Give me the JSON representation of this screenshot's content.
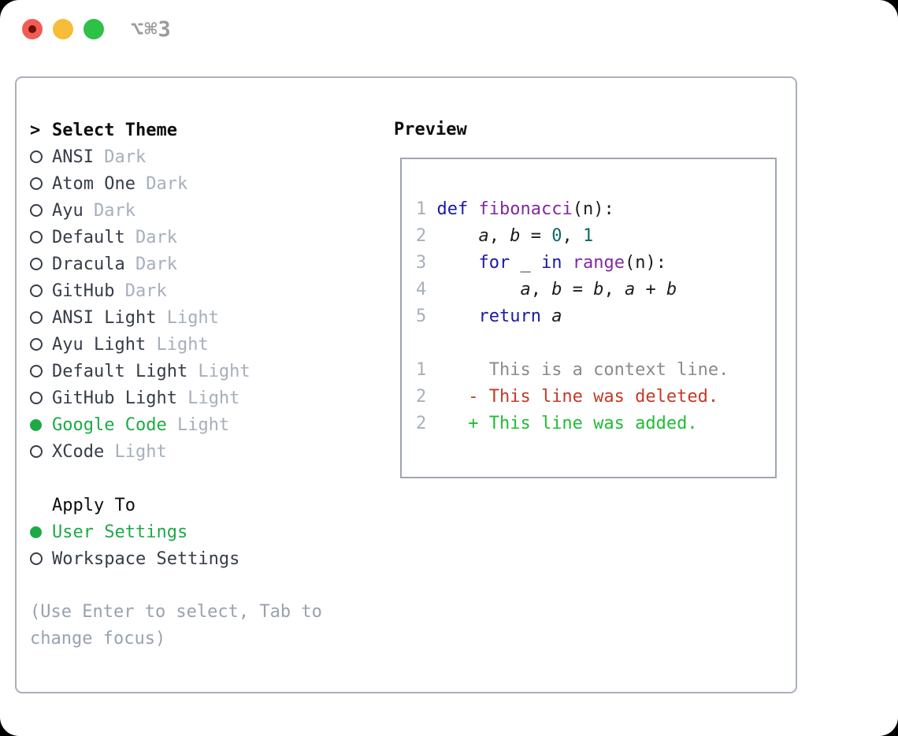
{
  "window": {
    "title_shortcut": "⌥⌘3",
    "traffic_lights": [
      "close",
      "minimize",
      "zoom"
    ]
  },
  "theme_list": {
    "header_prefix": ">",
    "header": "Select Theme",
    "items": [
      {
        "name": "ANSI",
        "variant": "Dark",
        "selected": false
      },
      {
        "name": "Atom One",
        "variant": "Dark",
        "selected": false
      },
      {
        "name": "Ayu",
        "variant": "Dark",
        "selected": false
      },
      {
        "name": "Default",
        "variant": "Dark",
        "selected": false
      },
      {
        "name": "Dracula",
        "variant": "Dark",
        "selected": false
      },
      {
        "name": "GitHub",
        "variant": "Dark",
        "selected": false
      },
      {
        "name": "ANSI Light",
        "variant": "Light",
        "selected": false
      },
      {
        "name": "Ayu Light",
        "variant": "Light",
        "selected": false
      },
      {
        "name": "Default Light",
        "variant": "Light",
        "selected": false
      },
      {
        "name": "GitHub Light",
        "variant": "Light",
        "selected": false
      },
      {
        "name": "Google Code",
        "variant": "Light",
        "selected": true
      },
      {
        "name": "XCode",
        "variant": "Light",
        "selected": false
      }
    ]
  },
  "apply_to": {
    "header": "Apply To",
    "options": [
      {
        "label": "User Settings",
        "selected": true
      },
      {
        "label": "Workspace Settings",
        "selected": false
      }
    ]
  },
  "hint": "(Use Enter to select, Tab to change focus)",
  "preview": {
    "header": "Preview",
    "code_lines": [
      {
        "num": "1",
        "tokens": [
          [
            "plain",
            " "
          ],
          [
            "kw",
            "def"
          ],
          [
            "plain",
            " "
          ],
          [
            "fn",
            "fibonacci"
          ],
          [
            "plain",
            "(n):"
          ]
        ]
      },
      {
        "num": "2",
        "tokens": [
          [
            "plain",
            "     "
          ],
          [
            "var",
            "a"
          ],
          [
            "plain",
            ", "
          ],
          [
            "var",
            "b"
          ],
          [
            "plain",
            " = "
          ],
          [
            "lit",
            "0"
          ],
          [
            "plain",
            ", "
          ],
          [
            "lit",
            "1"
          ]
        ]
      },
      {
        "num": "3",
        "tokens": [
          [
            "plain",
            "     "
          ],
          [
            "kw",
            "for"
          ],
          [
            "plain",
            " _ "
          ],
          [
            "kw",
            "in"
          ],
          [
            "plain",
            " "
          ],
          [
            "fn",
            "range"
          ],
          [
            "plain",
            "(n):"
          ]
        ]
      },
      {
        "num": "4",
        "tokens": [
          [
            "plain",
            "         "
          ],
          [
            "var",
            "a"
          ],
          [
            "plain",
            ", "
          ],
          [
            "var",
            "b"
          ],
          [
            "plain",
            " = "
          ],
          [
            "var",
            "b"
          ],
          [
            "plain",
            ", "
          ],
          [
            "var",
            "a"
          ],
          [
            "plain",
            " + "
          ],
          [
            "var",
            "b"
          ]
        ]
      },
      {
        "num": "5",
        "tokens": [
          [
            "plain",
            "     "
          ],
          [
            "kw",
            "return"
          ],
          [
            "plain",
            " "
          ],
          [
            "var",
            "a"
          ]
        ]
      }
    ],
    "diff_lines": [
      {
        "num": "1",
        "tokens": [
          [
            "ctx",
            "      This is a context line."
          ]
        ]
      },
      {
        "num": "2",
        "tokens": [
          [
            "del",
            "    - This line was deleted."
          ]
        ]
      },
      {
        "num": "2",
        "tokens": [
          [
            "add",
            "    + This line was added."
          ]
        ]
      }
    ]
  },
  "colors": {
    "green": "#1daa45",
    "text": "#363d49",
    "header": "#0c0d10",
    "muted": "#a6afbc",
    "hint": "#98a2af",
    "lnum": "#a6afbc",
    "border-panel": "#a9b0ba",
    "border-box": "#9fa6b0",
    "code-plain": "#1c1c1c",
    "code-kw": "#1a1aa8",
    "code-fn": "#802ba0",
    "code-lit": "#0e6868",
    "diff-ctx": "#8b8b8b",
    "diff-del": "#c43a26",
    "diff-add": "#1fbe33",
    "traffic-red": "#f25c54",
    "traffic-red-dot": "#6e0f08",
    "traffic-yellow": "#f5bd38",
    "traffic-green": "#2dc146",
    "shortcut": "#9b9b9b"
  }
}
